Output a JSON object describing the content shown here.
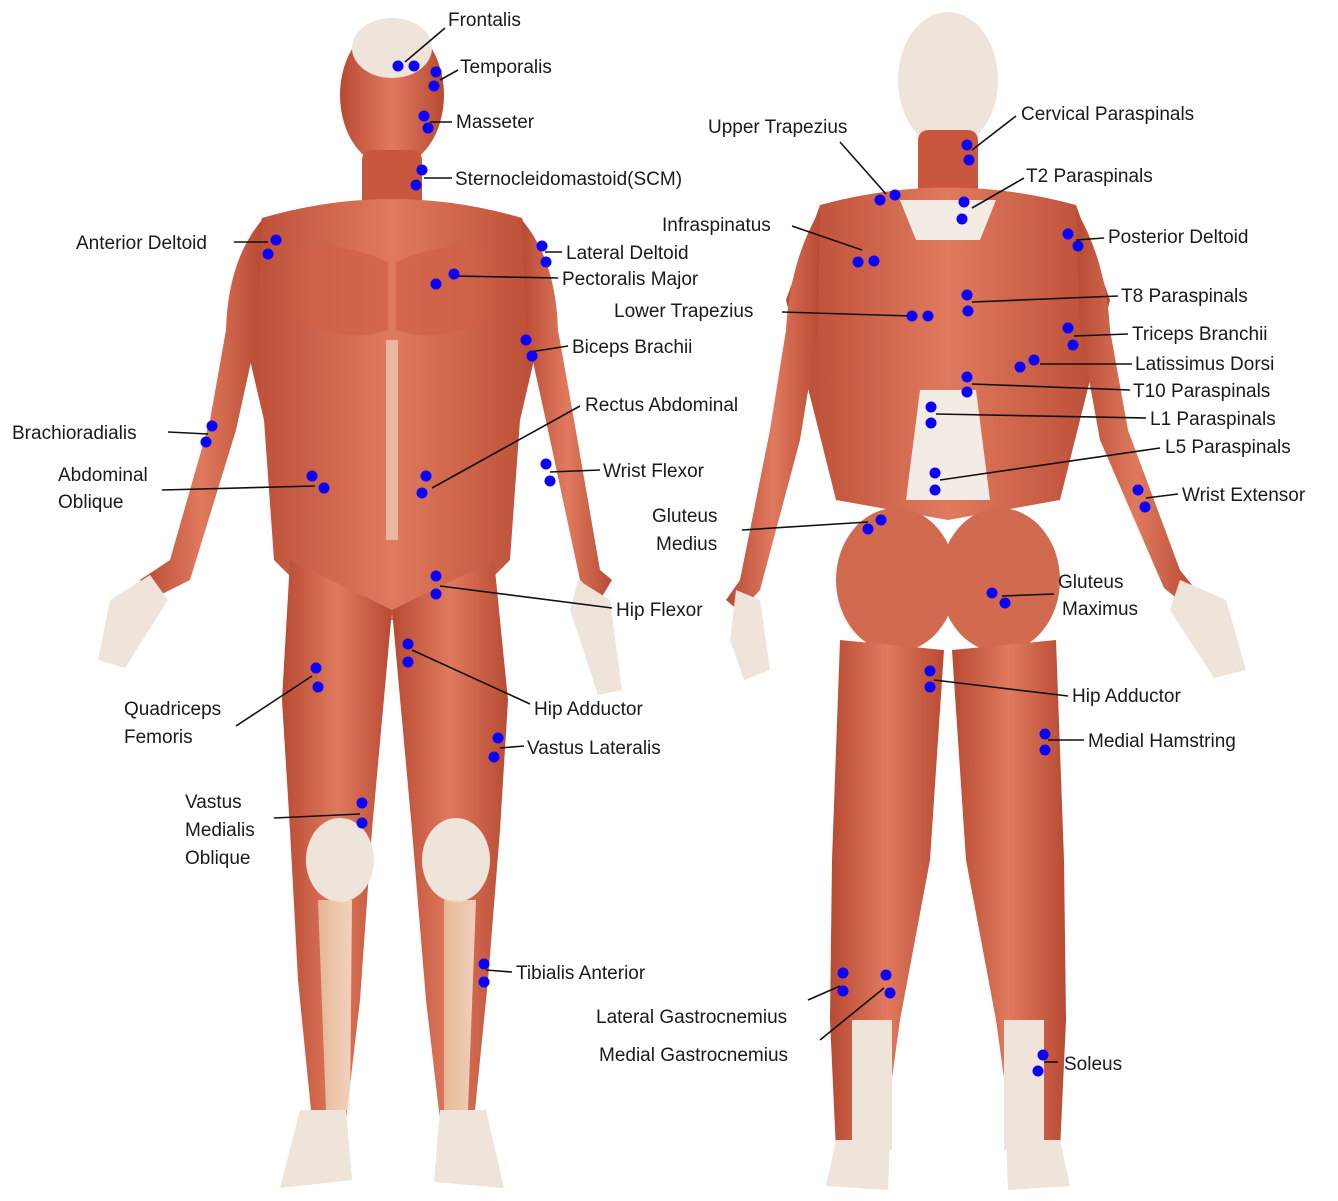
{
  "colors": {
    "muscle": "#d9694f",
    "muscle_dark": "#a8412d",
    "skin_light": "#f1dcc8",
    "tendon": "#eee6dc",
    "electrode": "#0b00ff",
    "text": "#1a1a1a"
  },
  "labels": {
    "frontalis": "Frontalis",
    "temporalis": "Temporalis",
    "masseter": "Masseter",
    "scm": "Sternocleidomastoid(SCM)",
    "anterior_deltoid": "Anterior Deltoid",
    "lateral_deltoid": "Lateral Deltoid",
    "pectoralis_major": "Pectoralis Major",
    "biceps_brachii": "Biceps Brachii",
    "rectus_abdominal": "Rectus Abdominal",
    "brachioradialis": "Brachioradialis",
    "abdominal_oblique_1": "Abdominal",
    "abdominal_oblique_2": "Oblique",
    "wrist_flexor": "Wrist Flexor",
    "hip_flexor": "Hip Flexor",
    "hip_adductor_front": "Hip Adductor",
    "quadriceps_1": "Quadriceps",
    "quadriceps_2": "Femoris",
    "vastus_lateralis": "Vastus Lateralis",
    "vmo_1": "Vastus",
    "vmo_2": "Medialis",
    "vmo_3": "Oblique",
    "tibialis_anterior": "Tibialis Anterior",
    "upper_trapezius": "Upper Trapezius",
    "cervical_paraspinals": "Cervical Paraspinals",
    "t2_paraspinals": "T2 Paraspinals",
    "infraspinatus": "Infraspinatus",
    "posterior_deltoid": "Posterior Deltoid",
    "lower_trapezius": "Lower Trapezius",
    "t8_paraspinals": "T8 Paraspinals",
    "triceps": "Triceps Branchii",
    "latissimus_dorsi": "Latissimus Dorsi",
    "t10_paraspinals": "T10 Paraspinals",
    "l1_paraspinals": "L1 Paraspinals",
    "l5_paraspinals": "L5 Paraspinals",
    "wrist_extensor": "Wrist Extensor",
    "gluteus_medius_1": "Gluteus",
    "gluteus_medius_2": "Medius",
    "gluteus_maximus_1": "Gluteus",
    "gluteus_maximus_2": "Maximus",
    "hip_adductor_back": "Hip Adductor",
    "medial_hamstring": "Medial Hamstring",
    "lateral_gastrocnemius": "Lateral Gastrocnemius",
    "medial_gastrocnemius": "Medial Gastrocnemius",
    "soleus": "Soleus"
  }
}
